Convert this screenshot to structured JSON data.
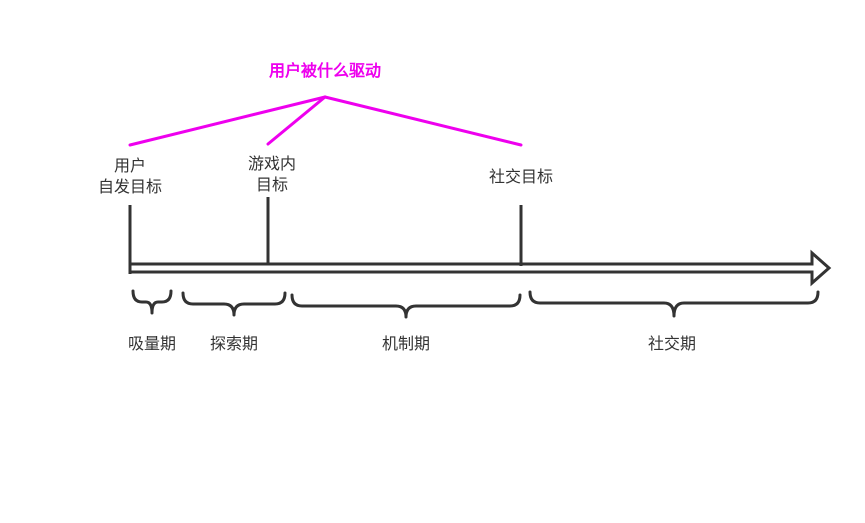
{
  "colors": {
    "driver": "#ee00ee",
    "ink": "#333333"
  },
  "driver": {
    "label": "用户被什么驱动"
  },
  "markers": [
    {
      "line1": "用户",
      "line2": "自发目标"
    },
    {
      "line1": "游戏内",
      "line2": "目标"
    },
    {
      "line1": "社交目标",
      "line2": ""
    }
  ],
  "phases": [
    {
      "label": "吸量期"
    },
    {
      "label": "探索期"
    },
    {
      "label": "机制期"
    },
    {
      "label": "社交期"
    }
  ]
}
